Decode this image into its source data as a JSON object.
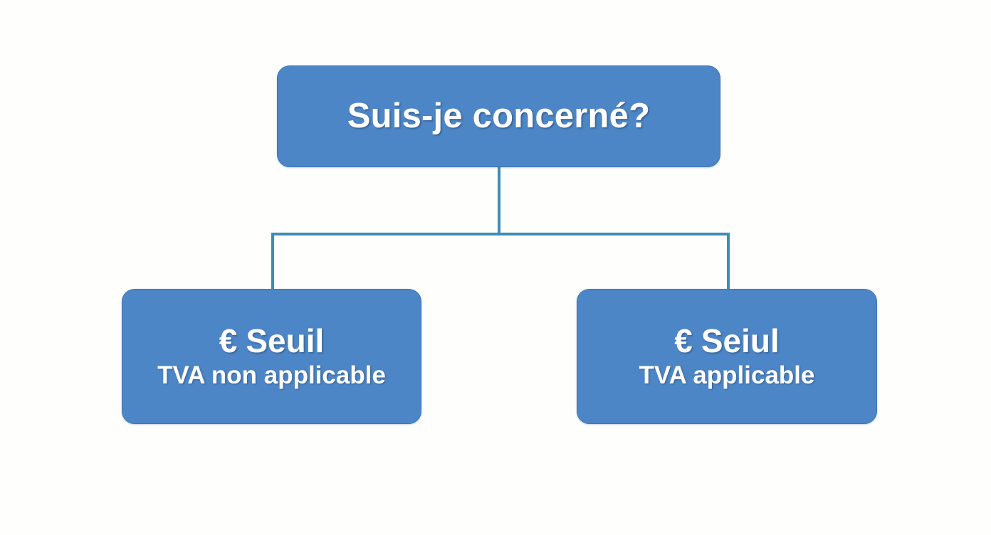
{
  "diagram": {
    "type": "flowchart",
    "orientation": "top-down",
    "background_color": "#fefefd",
    "node_fill_color": "#4d86c6",
    "node_border_color": "#3f76b4",
    "connector_color": "#3e8cb6",
    "text_color": "#ffffff",
    "root": {
      "label": "Suis-je concerné?"
    },
    "branches": [
      {
        "id": "left",
        "currency_symbol": "€",
        "title": "Seuil",
        "subtitle": "TVA non applicable"
      },
      {
        "id": "right",
        "currency_symbol": "€",
        "title": "Seiul",
        "subtitle": "TVA applicable"
      }
    ]
  }
}
